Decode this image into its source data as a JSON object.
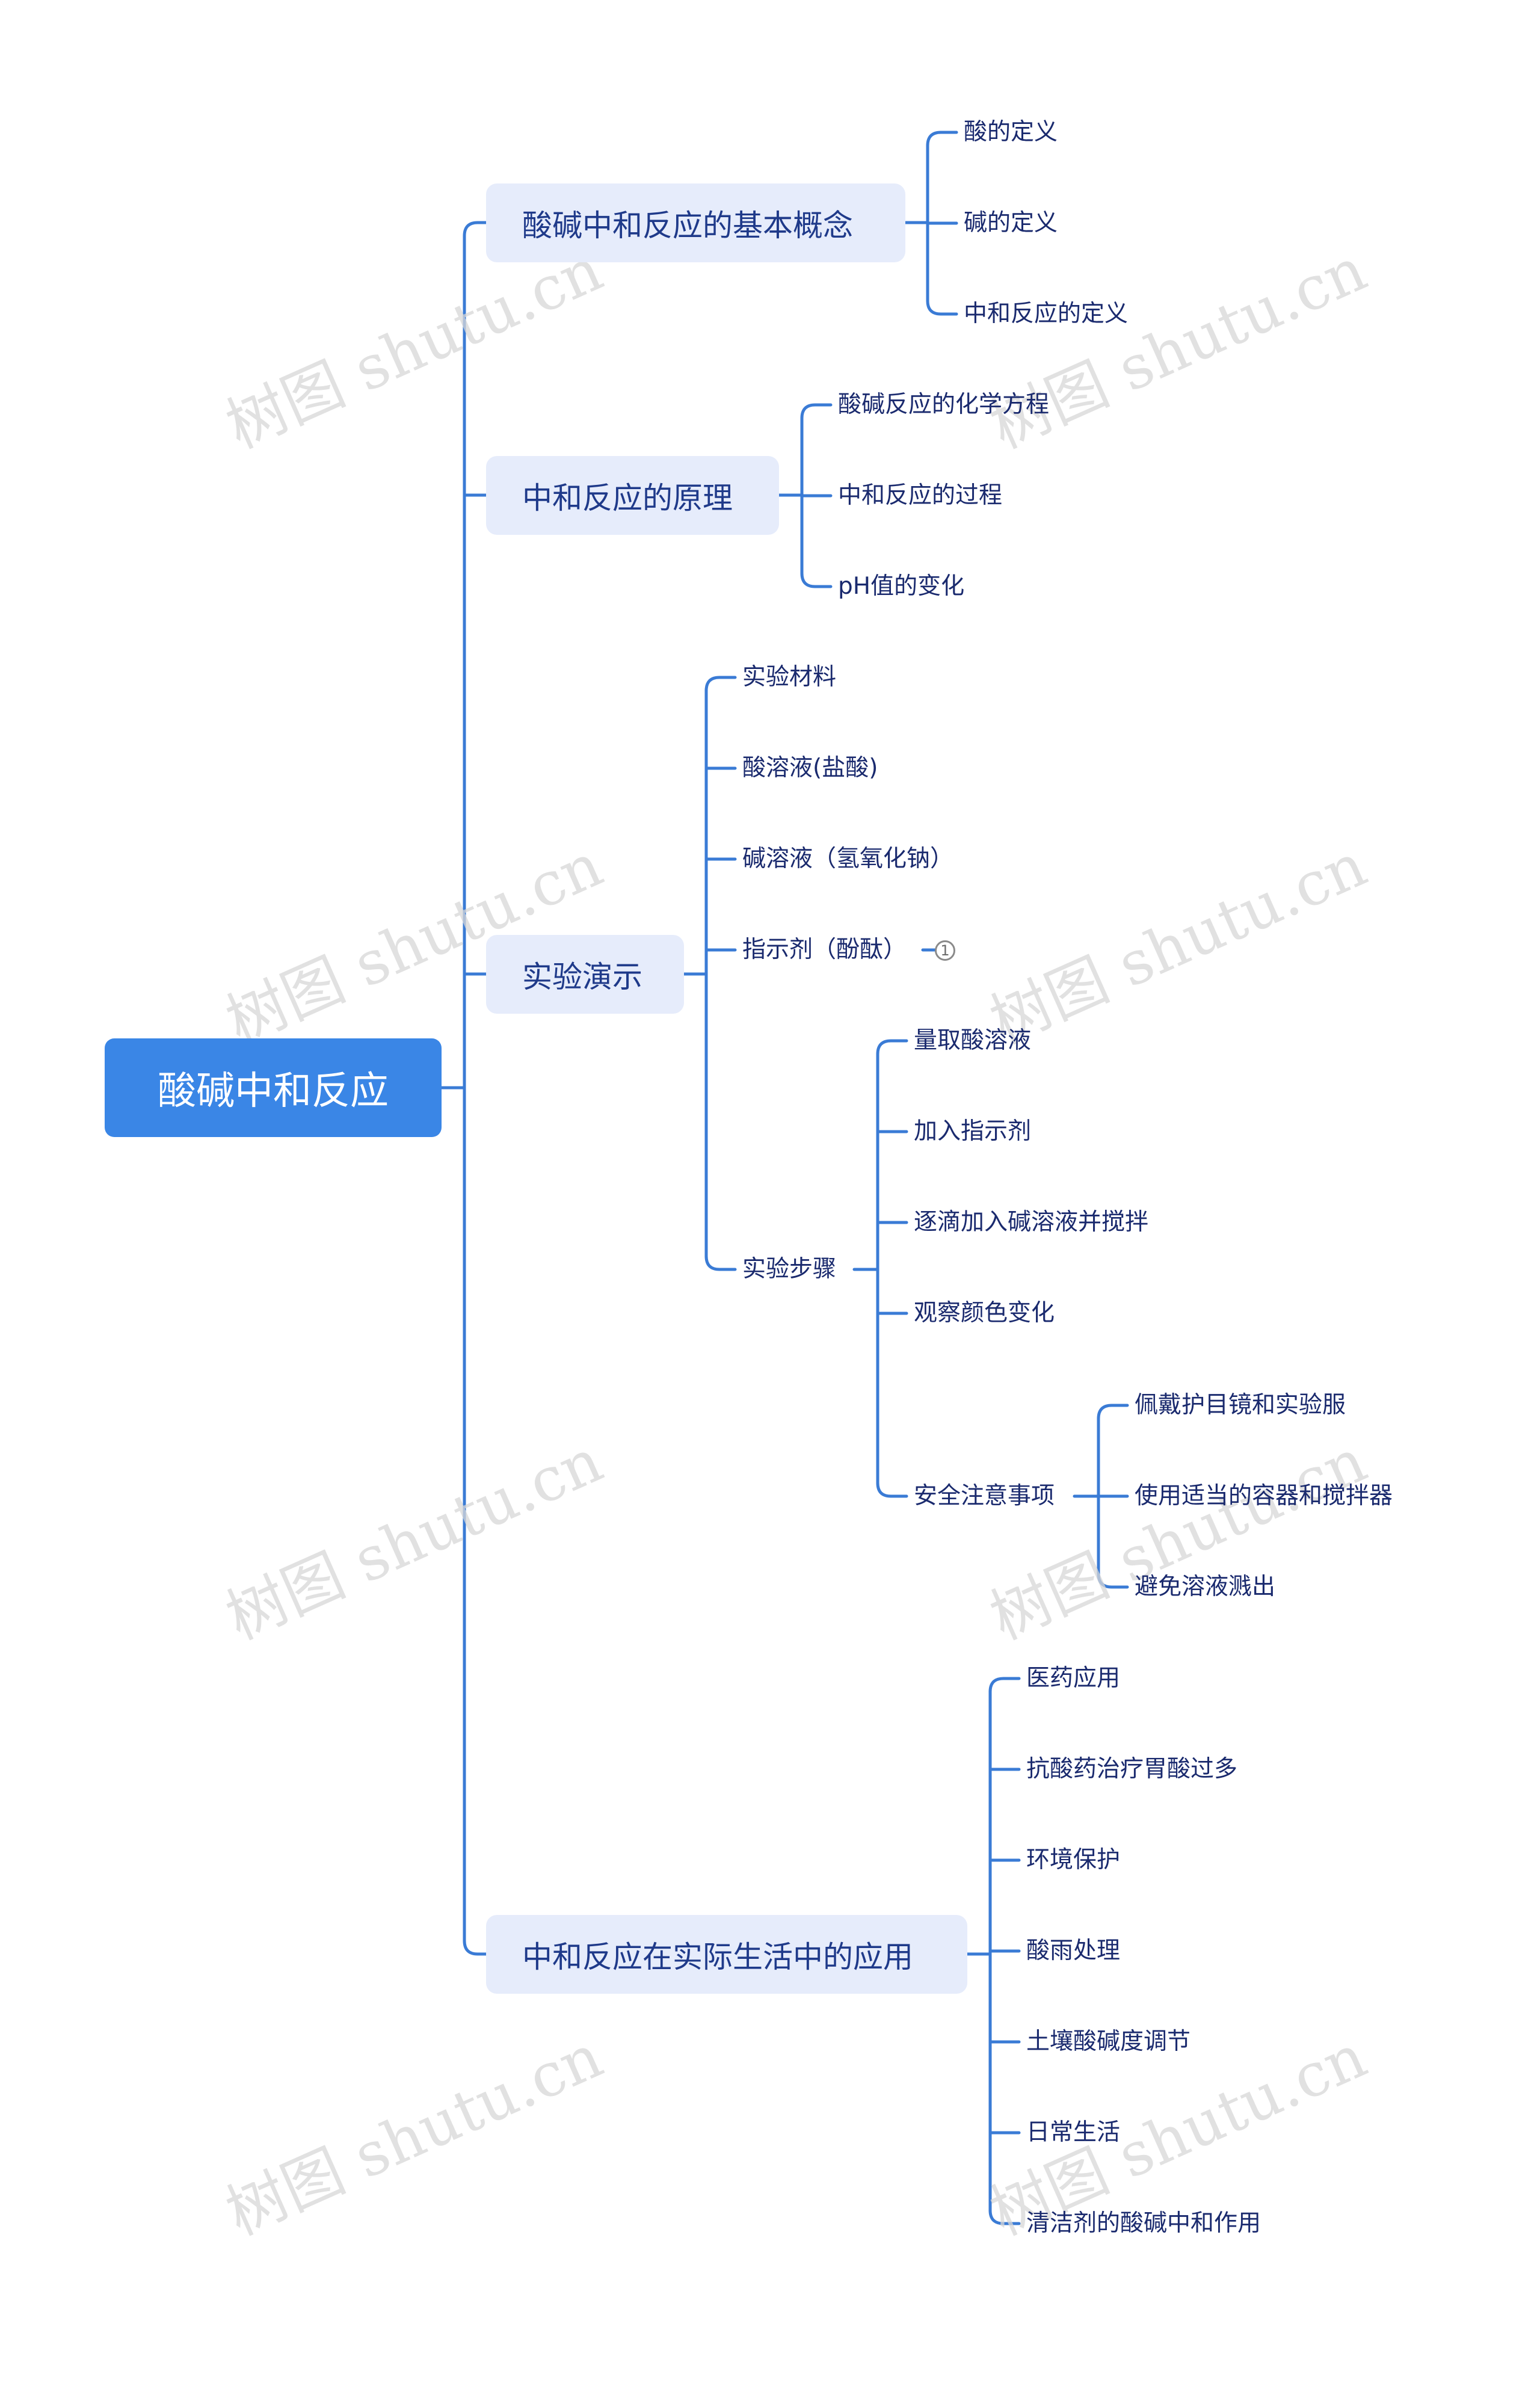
{
  "root": "酸碱中和反应",
  "branches": [
    {
      "label": "酸碱中和反应的基本概念",
      "children": [
        "酸的定义",
        "碱的定义",
        "中和反应的定义"
      ]
    },
    {
      "label": "中和反应的原理",
      "children": [
        "酸碱反应的化学方程",
        "中和反应的过程",
        "pH值的变化"
      ]
    },
    {
      "label": "实验演示",
      "children": [
        "实验材料",
        "酸溶液(盐酸)",
        "碱溶液（氢氧化钠）",
        "指示剂（酚酞）",
        {
          "label": "实验步骤",
          "children": [
            "量取酸溶液",
            "加入指示剂",
            "逐滴加入碱溶液并搅拌",
            "观察颜色变化",
            {
              "label": "安全注意事项",
              "children": [
                "佩戴护目镜和实验服",
                "使用适当的容器和搅拌器",
                "避免溶液溅出"
              ]
            }
          ]
        }
      ]
    },
    {
      "label": "中和反应在实际生活中的应用",
      "children": [
        "医药应用",
        "抗酸药治疗胃酸过多",
        "环境保护",
        "酸雨处理",
        "土壤酸碱度调节",
        "日常生活",
        "清洁剂的酸碱中和作用"
      ]
    }
  ],
  "note_badge": "1",
  "watermark": "树图 shutu.cn",
  "colors": {
    "line": "#3a7bd5",
    "root_bg": "#3a86e6",
    "branch_bg": "#e6ecfb",
    "branch_text": "#1f3a8a",
    "leaf_text": "#1a2a6e"
  }
}
